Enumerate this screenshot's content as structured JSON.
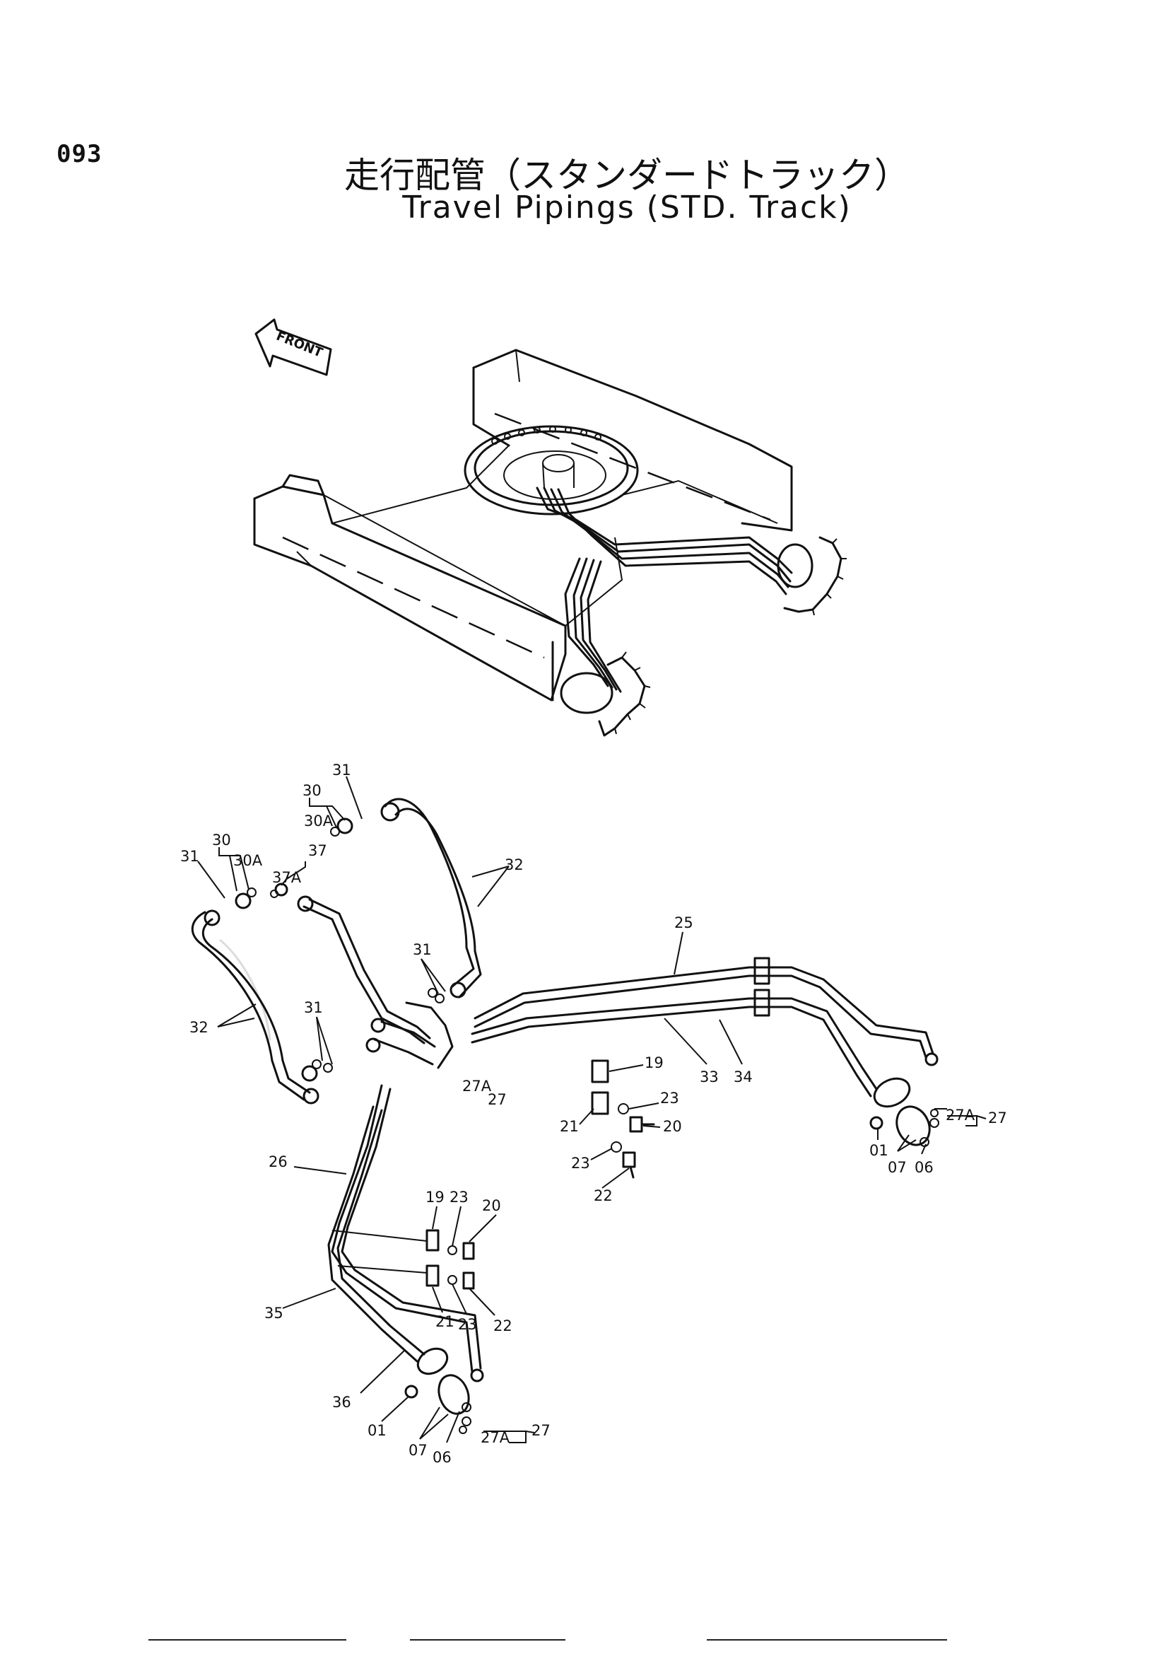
{
  "header": {
    "page_number": "093",
    "title_jp": "走行配管（スタンダードトラック）",
    "title_en": "Travel Pipings (STD. Track)"
  },
  "diagram": {
    "front_marker": "FRONT",
    "callouts": {
      "p31a": "31",
      "p30a": "30",
      "p30Aa": "30A",
      "p30b": "30",
      "p30Ab": "30A",
      "p31b": "31",
      "p37": "37",
      "p37A": "37A",
      "p32a": "32",
      "p32b": "32",
      "p31c": "31",
      "p31d": "31",
      "p25": "25",
      "p19a": "19",
      "p23a": "23",
      "p21a": "21",
      "p20a": "20",
      "p23b": "23",
      "p22a": "22",
      "p33": "33",
      "p34": "34",
      "p27Aa": "27A",
      "p27a": "27",
      "p27b": "27",
      "p27Ab": "27A",
      "p01a": "01",
      "p07a": "07",
      "p06a": "06",
      "p26": "26",
      "p19b": "19",
      "p23c": "23",
      "p20b": "20",
      "p21b": "21",
      "p23d": "23",
      "p22b": "22",
      "p35": "35",
      "p36": "36",
      "p01b": "01",
      "p07b": "07",
      "p06b": "06",
      "p27c": "27",
      "p27Ac": "27A"
    }
  }
}
